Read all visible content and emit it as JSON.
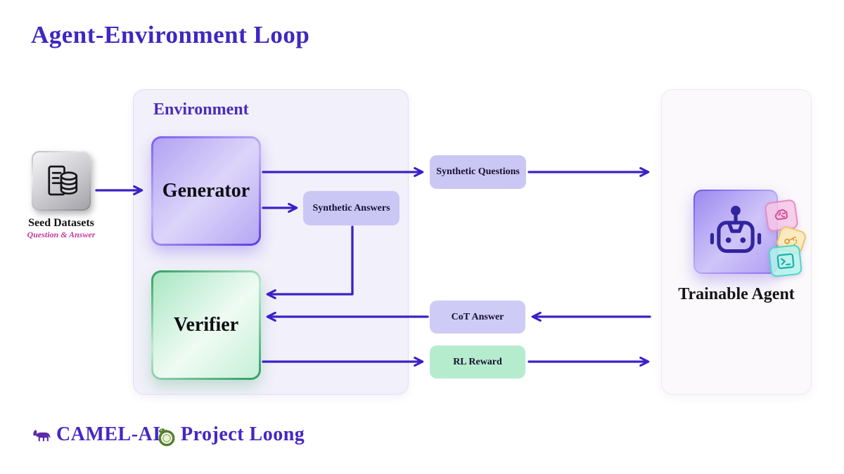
{
  "title": "Agent-Environment Loop",
  "environment": {
    "label": "Environment",
    "generator_label": "Generator",
    "verifier_label": "Verifier"
  },
  "seed": {
    "label": "Seed Datasets",
    "sublabel": "Question & Answer",
    "icon": "document-database-icon"
  },
  "badges": {
    "synthetic_questions": "Synthetic Questions",
    "synthetic_answers": "Synthetic Answers",
    "cot_answer": "CoT Answer",
    "rl_reward": "RL Reward"
  },
  "agent": {
    "label": "Trainable Agent",
    "icon": "robot-icon",
    "chips": [
      "brain-icon",
      "key-icon",
      "terminal-icon"
    ]
  },
  "footer": {
    "camel_label": "CAMEL-AI",
    "camel_icon": "camel-icon",
    "loong_label": "Project Loong",
    "loong_icon": "dragon-icon"
  },
  "edges": [
    {
      "from": "seed-datasets",
      "to": "environment"
    },
    {
      "from": "generator",
      "to": "synthetic-questions"
    },
    {
      "from": "synthetic-questions",
      "to": "trainable-agent"
    },
    {
      "from": "generator",
      "to": "synthetic-answers"
    },
    {
      "from": "synthetic-answers",
      "to": "verifier"
    },
    {
      "from": "trainable-agent",
      "to": "cot-answer"
    },
    {
      "from": "cot-answer",
      "to": "verifier"
    },
    {
      "from": "verifier",
      "to": "rl-reward"
    },
    {
      "from": "rl-reward",
      "to": "trainable-agent"
    }
  ],
  "colors": {
    "accent_arrow": "#3c20c6",
    "title": "#3e28c2",
    "purple_badge": "#cbc7f4",
    "green_badge": "#b6ecce",
    "generator_border": "#6c4ae8",
    "verifier_border": "#2e9e60",
    "chip_pink": "#ea8ac4",
    "chip_amber": "#eec36a",
    "chip_teal": "#4fd5cc",
    "seed_sublabel": "#c2389e"
  }
}
